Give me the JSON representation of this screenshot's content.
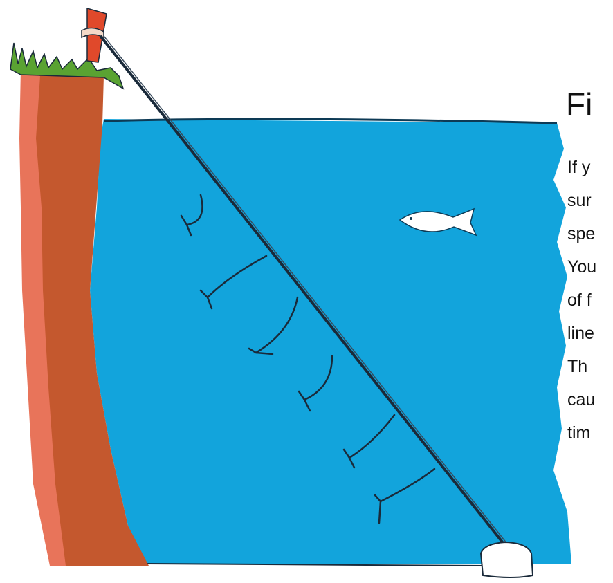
{
  "title": "Fi",
  "text_lines": [
    "If y",
    "sur",
    "spe",
    "You",
    "of f",
    "line",
    "Th",
    "cau",
    "tim"
  ],
  "colors": {
    "water": "#12a4dc",
    "cliff": "#c4582e",
    "cliff_edge": "#e8745a",
    "grass": "#5aa332",
    "stake": "#e0492b",
    "line": "#1a2a3a",
    "fish": "#ffffff",
    "anchor": "#ffffff"
  },
  "icons": [
    "fishing-line",
    "fish-icon",
    "anchor-weight",
    "stake-icon",
    "grass-tuft"
  ]
}
